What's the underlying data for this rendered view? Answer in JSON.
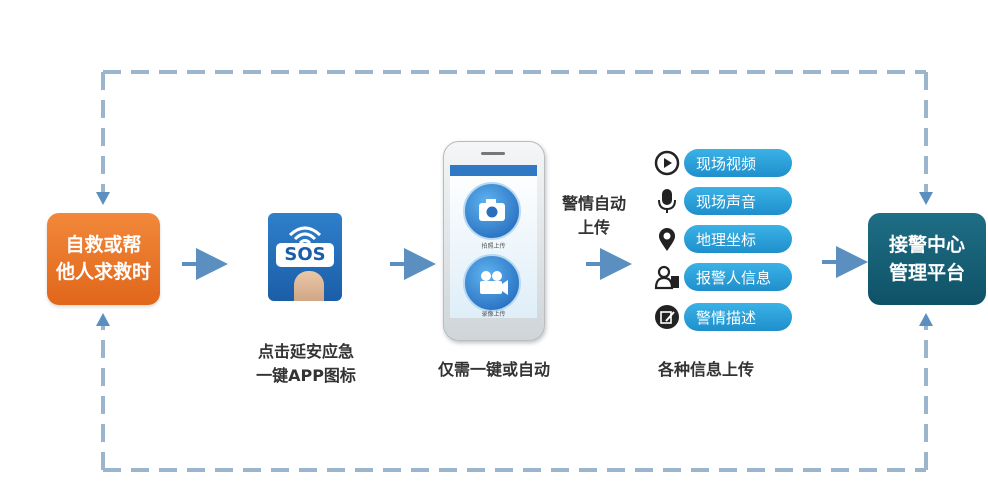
{
  "start_node": {
    "line1": "自救或帮",
    "line2": "他人求救时"
  },
  "step1": {
    "app_icon_text": "SOS",
    "caption_line1": "点击延安应急",
    "caption_line2": "一键APP图标"
  },
  "step2": {
    "screen_button1_label": "拍照上传",
    "screen_button2_label": "录像上传",
    "caption": "仅需一键或自动"
  },
  "step3": {
    "label_line1": "警情自动",
    "label_line2": "上传"
  },
  "info": {
    "items": [
      {
        "label": "现场视频",
        "icon": "play-icon"
      },
      {
        "label": "现场声音",
        "icon": "microphone-icon"
      },
      {
        "label": "地理坐标",
        "icon": "location-pin-icon"
      },
      {
        "label": "报警人信息",
        "icon": "person-card-icon"
      },
      {
        "label": "警情描述",
        "icon": "edit-note-icon"
      }
    ],
    "caption": "各种信息上传"
  },
  "end_node": {
    "line1": "接警中心",
    "line2": "管理平台"
  },
  "colors": {
    "start": "#e8742a",
    "end": "#155e75",
    "pill": "#2a9fd8",
    "arrow": "#5a8fbf",
    "dash": "#9bb5cc"
  }
}
